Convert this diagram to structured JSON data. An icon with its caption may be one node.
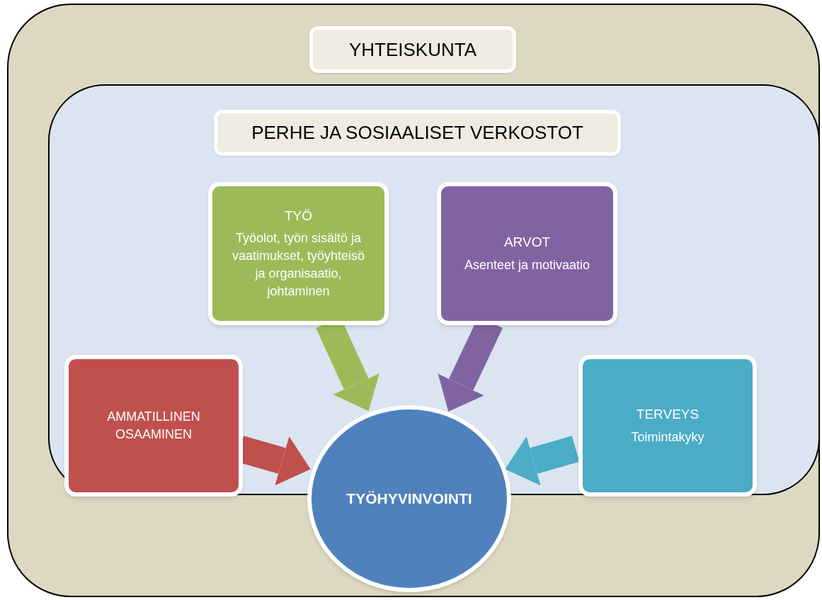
{
  "diagram": {
    "nodes": [
      {
        "text": [
          "YHTEISKUNTA"
        ]
      },
      {
        "text": [
          "PERHE JA SOSIAALISET VERKOSTOT"
        ],
        "in": 0
      },
      {
        "text": [
          "TYÖ",
          "Työolot, työn sisältö ja vaatimukset, työyhteisö ja organisaatio, johtaminen"
        ],
        "in": 1
      },
      {
        "text": [
          "ARVOT",
          "Asenteet ja motivaatio"
        ],
        "in": 1
      },
      {
        "text": [
          "AMMATILLINEN OSAAMINEN"
        ],
        "in": 1
      },
      {
        "text": [
          "TERVEYS",
          "Toimintakyky"
        ],
        "in": 1
      },
      {
        "text": [
          "TYÖHYVINVOINTI"
        ],
        "in": 0
      }
    ],
    "edges": [
      {
        "from": 2,
        "to": 6,
        "arrow": "to",
        "color": "#9bbb59"
      },
      {
        "from": 3,
        "to": 6,
        "arrow": "to",
        "color": "#8064a2"
      },
      {
        "from": 4,
        "to": 6,
        "arrow": "to",
        "color": "#c0504d"
      },
      {
        "from": 5,
        "to": 6,
        "arrow": "to",
        "color": "#4bacc6"
      }
    ]
  }
}
